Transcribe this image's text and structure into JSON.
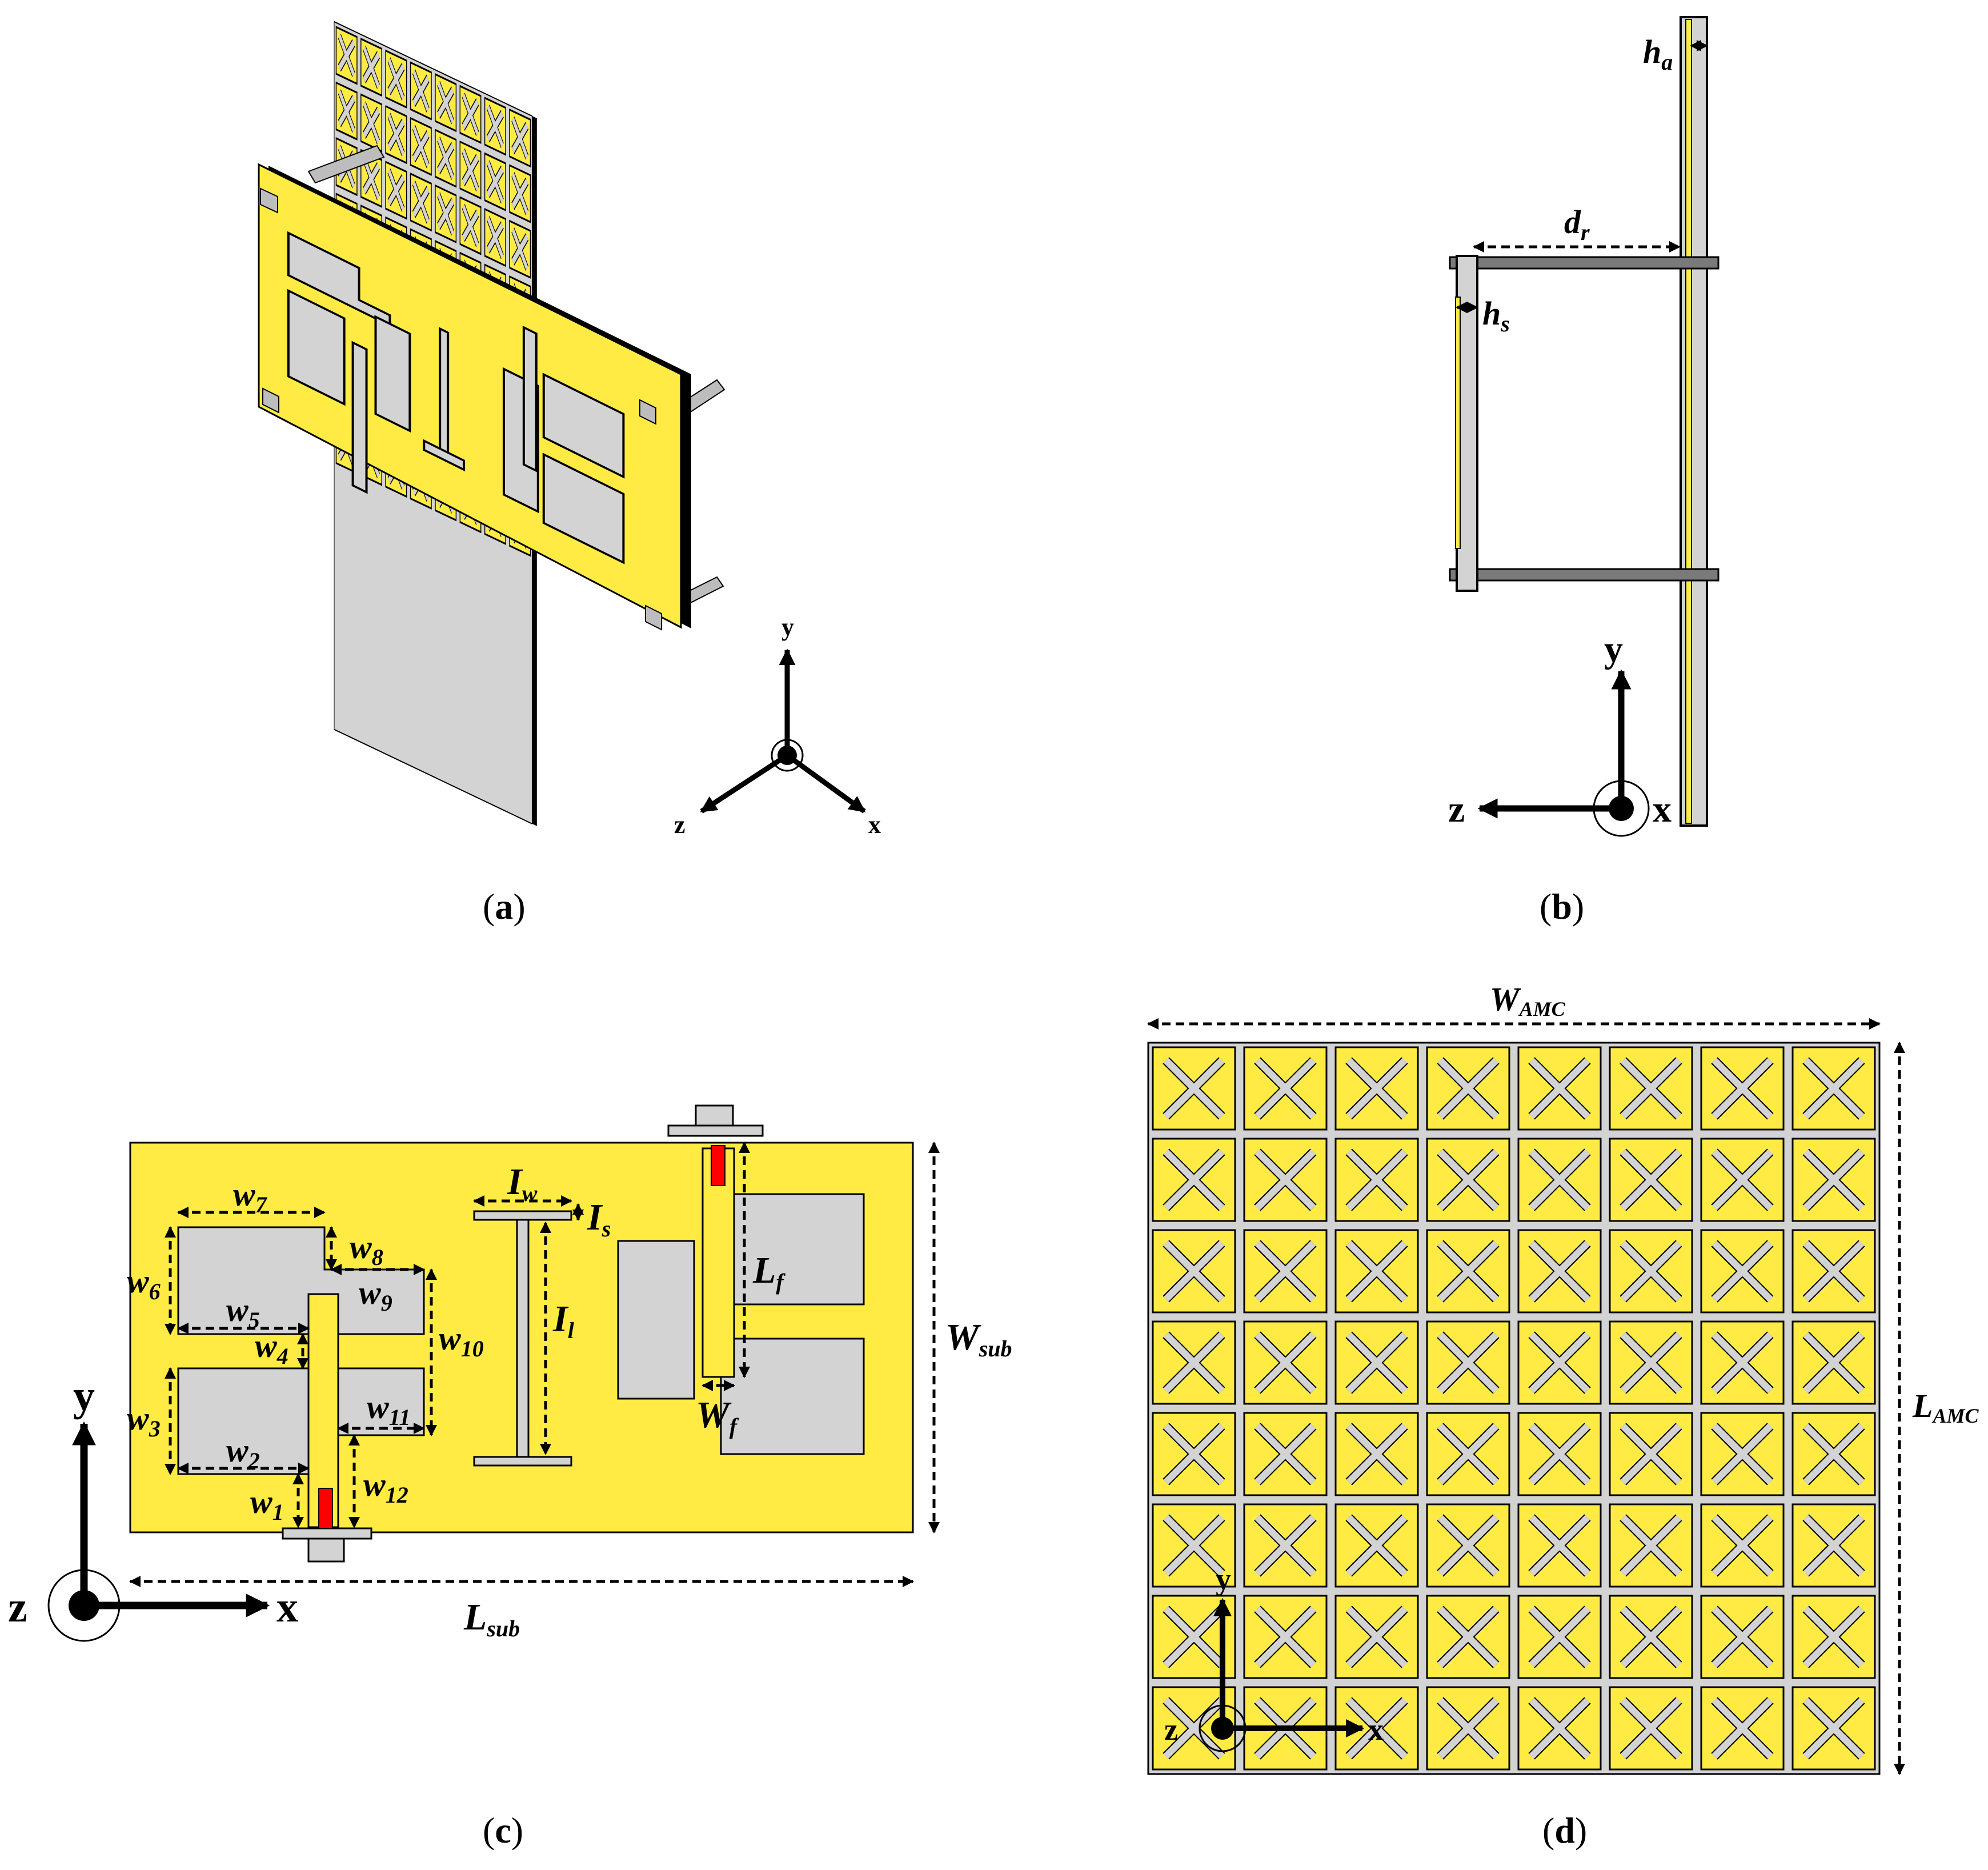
{
  "colors": {
    "copper": "#ffeb44",
    "substrate": "#d3d3d3",
    "feed_pin": "#ff0000",
    "outline": "#000000"
  },
  "panels": {
    "a": {
      "caption": "(a)",
      "axes": {
        "x": "x",
        "y": "y",
        "z": "z"
      },
      "amc_grid": {
        "rows": 8,
        "cols": 8
      }
    },
    "b": {
      "caption": "(b)",
      "axes": {
        "x": "x",
        "y": "y",
        "z": "z"
      },
      "labels": {
        "ha": "h",
        "ha_sub": "a",
        "dr": "d",
        "dr_sub": "r",
        "hs": "h",
        "hs_sub": "s"
      }
    },
    "c": {
      "caption": "(c)",
      "axes": {
        "x": "x",
        "y": "y",
        "z": "z"
      },
      "labels": {
        "w7": "w",
        "w7_sub": "7",
        "w8": "w",
        "w8_sub": "8",
        "w6": "w",
        "w6_sub": "6",
        "w9": "w",
        "w9_sub": "9",
        "w5": "w",
        "w5_sub": "5",
        "w10": "w",
        "w10_sub": "10",
        "w4": "w",
        "w4_sub": "4",
        "w3": "w",
        "w3_sub": "3",
        "w11": "w",
        "w11_sub": "11",
        "w2": "w",
        "w2_sub": "2",
        "w12": "w",
        "w12_sub": "12",
        "w1": "w",
        "w1_sub": "1",
        "iw": "I",
        "iw_sub": "w",
        "is": "I",
        "is_sub": "s",
        "il": "I",
        "il_sub": "l",
        "lf": "L",
        "lf_sub": "f",
        "wf": "W",
        "wf_sub": "f",
        "wsub": "W",
        "wsub_sub": "sub",
        "lsub": "L",
        "lsub_sub": "sub"
      }
    },
    "d": {
      "caption": "(d)",
      "axes": {
        "x": "x",
        "y": "y",
        "z": "z"
      },
      "amc_grid": {
        "rows": 8,
        "cols": 8
      },
      "labels": {
        "wamc": "W",
        "wamc_sub": "AMC",
        "lamc": "L",
        "lamc_sub": "AMC"
      }
    }
  }
}
